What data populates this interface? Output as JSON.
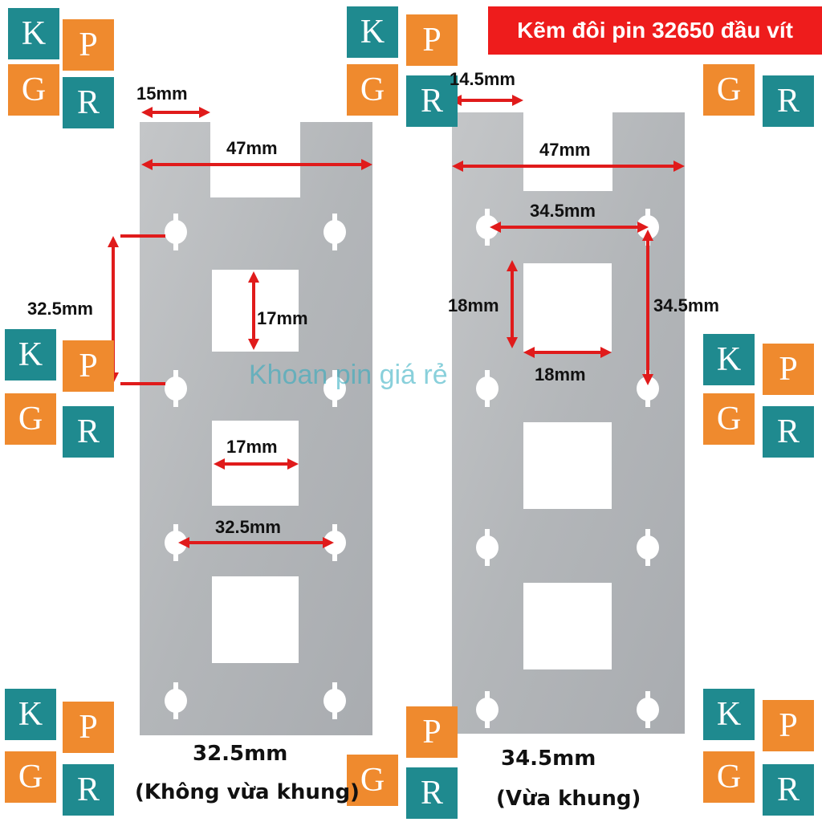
{
  "title": "Kẽm đôi pin 32650 đầu vít",
  "watermark": "Khoan pin giá rẻ",
  "logo_letters": {
    "k": "K",
    "p": "P",
    "g": "G",
    "r": "R"
  },
  "colors": {
    "teal": "#1f8a8f",
    "orange": "#ef8a2e",
    "banner": "#ee1c1c",
    "arrow": "#e01b1b",
    "plate": "#b9bcbf"
  },
  "left_plate": {
    "tab_width": "15mm",
    "total_width": "47mm",
    "hole_vertical_pitch": "32.5mm",
    "window_height": "17mm",
    "window_width": "17mm",
    "hole_horizontal_pitch": "32.5mm",
    "caption_size": "32.5mm",
    "caption_note": "(Không vừa khung)"
  },
  "right_plate": {
    "tab_width": "14.5mm",
    "total_width": "47mm",
    "hole_horizontal_pitch": "34.5mm",
    "window_height": "18mm",
    "hole_vertical_pitch": "34.5mm",
    "window_width": "18mm",
    "caption_size": "34.5mm",
    "caption_note": "(Vừa khung)"
  }
}
